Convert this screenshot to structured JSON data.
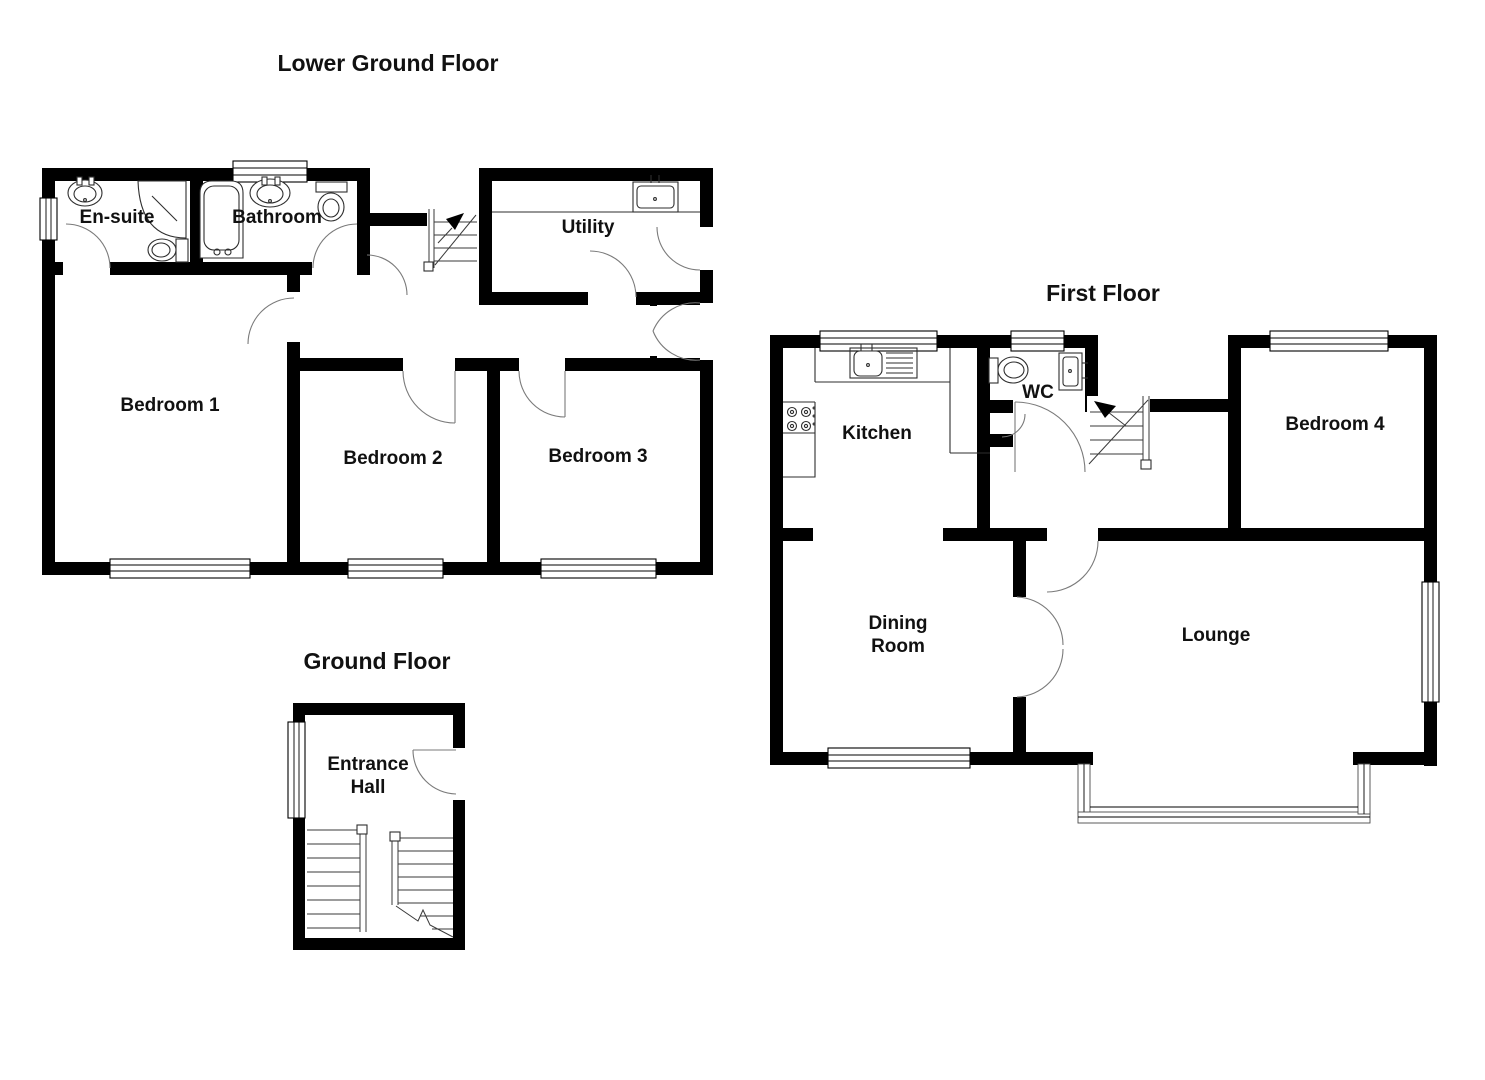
{
  "document": {
    "type": "floor-plan"
  },
  "floors": {
    "lower_ground": {
      "title": "Lower Ground Floor",
      "rooms": {
        "ensuite": "En-suite",
        "bathroom": "Bathroom",
        "utility": "Utility",
        "bedroom1": "Bedroom 1",
        "bedroom2": "Bedroom 2",
        "bedroom3": "Bedroom 3"
      }
    },
    "ground": {
      "title": "Ground Floor",
      "rooms": {
        "entrance_line1": "Entrance",
        "entrance_line2": "Hall"
      }
    },
    "first": {
      "title": "First Floor",
      "rooms": {
        "kitchen": "Kitchen",
        "wc": "WC",
        "bedroom4": "Bedroom 4",
        "dining_line1": "Dining",
        "dining_line2": "Room",
        "lounge": "Lounge"
      }
    }
  },
  "colors": {
    "background": "#ffffff",
    "wall": "#000000",
    "door_arc": "#7a7a7a",
    "fixture_line": "#2e2e2e",
    "text": "#111111"
  }
}
